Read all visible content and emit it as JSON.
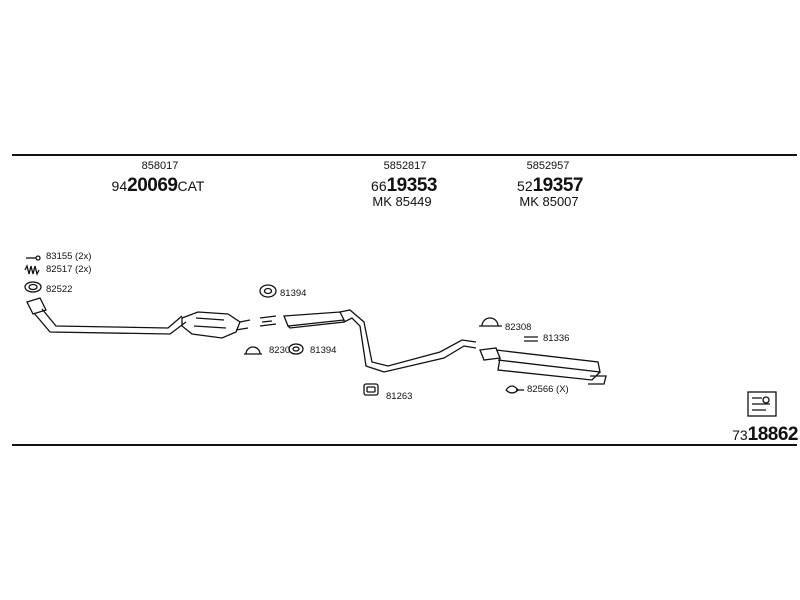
{
  "header": {
    "part1": {
      "small_code": "858017",
      "prefix": "94",
      "main": "20069",
      "suffix": "CAT"
    },
    "part2": {
      "small_code": "5852817",
      "prefix": "66",
      "main": "19353",
      "mk": "MK  85449"
    },
    "part3": {
      "small_code": "5852957",
      "prefix": "52",
      "main": "19357",
      "mk": "MK  85007"
    }
  },
  "labels": {
    "l83155": "83155 (2x)",
    "l82517": "82517 (2x)",
    "l82522": "82522",
    "l81394a": "81394",
    "l8230a": "8230",
    "l81394b": "81394",
    "l81263": "81263",
    "l82308": "82308",
    "l81336": "81336",
    "l82566": "82566 (X)"
  },
  "footer": {
    "prefix": "73",
    "main": "18862"
  }
}
